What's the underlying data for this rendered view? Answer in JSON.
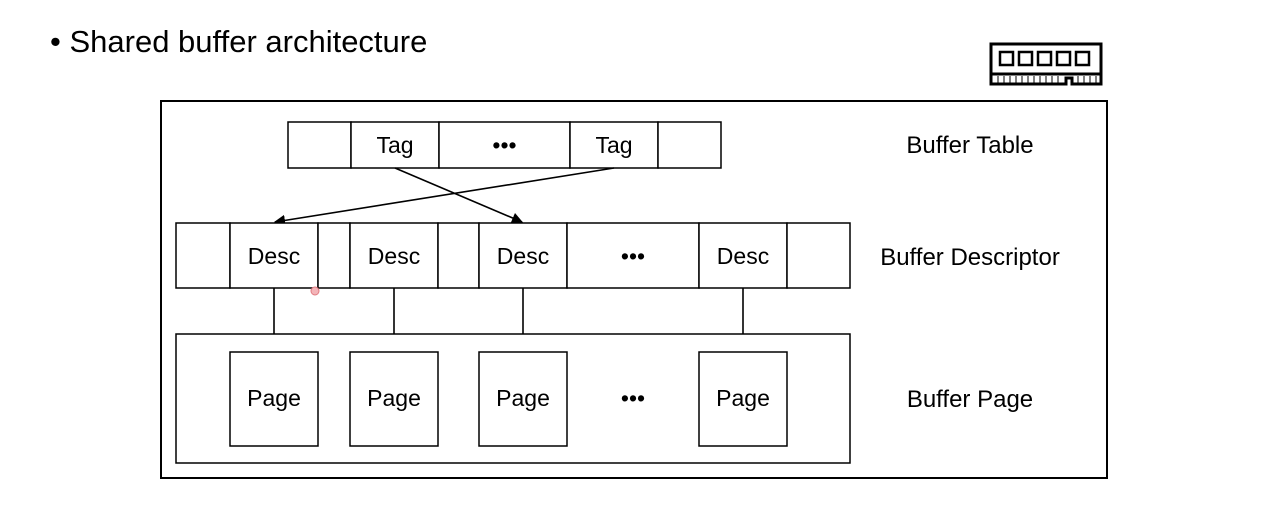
{
  "slide": {
    "bullet": "•",
    "title": "Shared buffer architecture"
  },
  "icons": {
    "memory_chip": "memory-chip-icon"
  },
  "diagram": {
    "buffer_table": {
      "label": "Buffer Table",
      "cells": [
        "",
        "Tag",
        "•••",
        "Tag",
        ""
      ]
    },
    "buffer_descriptor": {
      "label": "Buffer Descriptor",
      "cells": [
        "",
        "Desc",
        "",
        "Desc",
        "",
        "Desc",
        "•••",
        "Desc",
        ""
      ]
    },
    "buffer_page": {
      "label": "Buffer Page",
      "pages": [
        "Page",
        "Page",
        "Page",
        "•••",
        "Page"
      ]
    }
  }
}
